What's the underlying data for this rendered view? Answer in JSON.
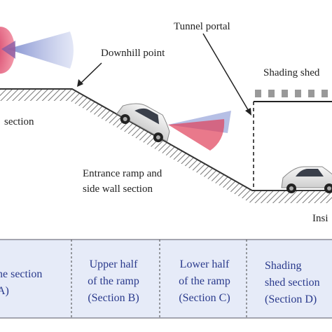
{
  "labels": {
    "tunnel_portal": "Tunnel portal",
    "downhill_point": "Downhill point",
    "shading_shed": "Shading shed",
    "approach_section": "section",
    "entrance_ramp_line1": "Entrance ramp and",
    "entrance_ramp_line2": "side wall section",
    "inside": "Insi"
  },
  "sections": [
    {
      "line1": "ne section",
      "line2": "A)",
      "line3": ""
    },
    {
      "line1": "Upper half",
      "line2": "of the ramp",
      "line3": "(Section B)"
    },
    {
      "line1": "Lower half",
      "line2": "of the ramp",
      "line3": "(Section C)"
    },
    {
      "line1": "Shading",
      "line2": "shed section",
      "line3": "(Section D)"
    }
  ],
  "colors": {
    "sensor_red": "#e0405a",
    "sensor_blue": "#6b7fc8",
    "band": "#e6ebf8",
    "section_text": "#2a3a8c"
  }
}
